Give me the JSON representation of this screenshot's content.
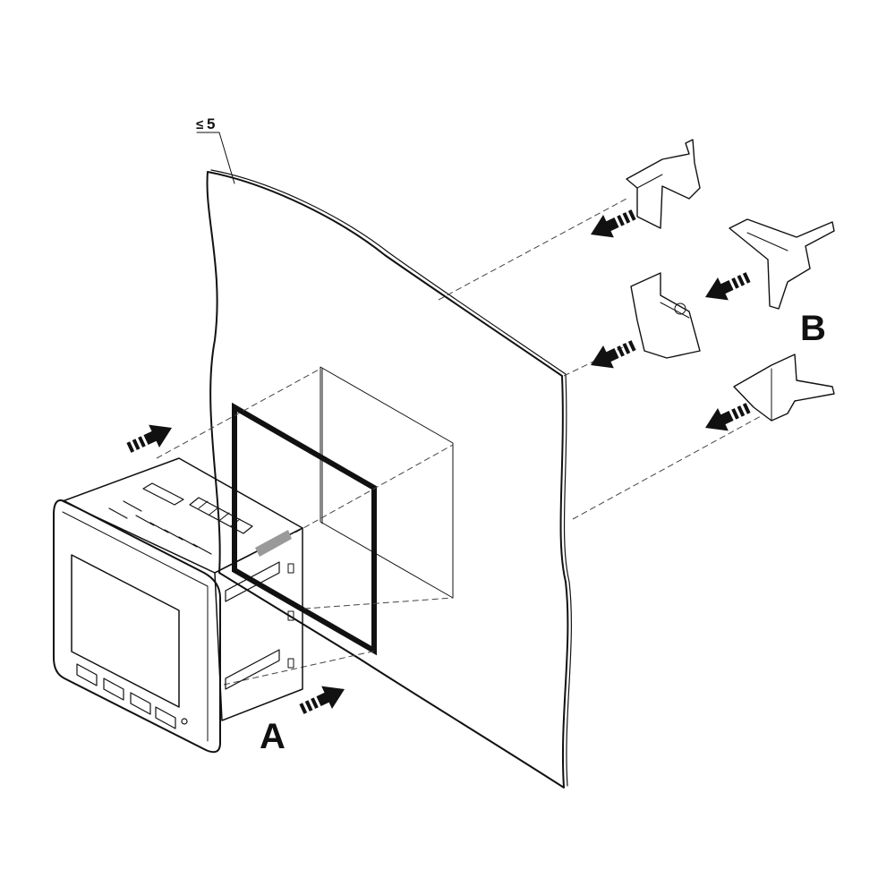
{
  "labels": {
    "thickness_symbol": "≤",
    "thickness_value": "5",
    "label_a": "A",
    "label_b": "B"
  },
  "colors": {
    "ink": "#111111",
    "paper": "#ffffff",
    "gasket": "#111111"
  },
  "icons": [
    "arrow-icon",
    "meter-icon",
    "clip-icon",
    "panel-icon"
  ]
}
